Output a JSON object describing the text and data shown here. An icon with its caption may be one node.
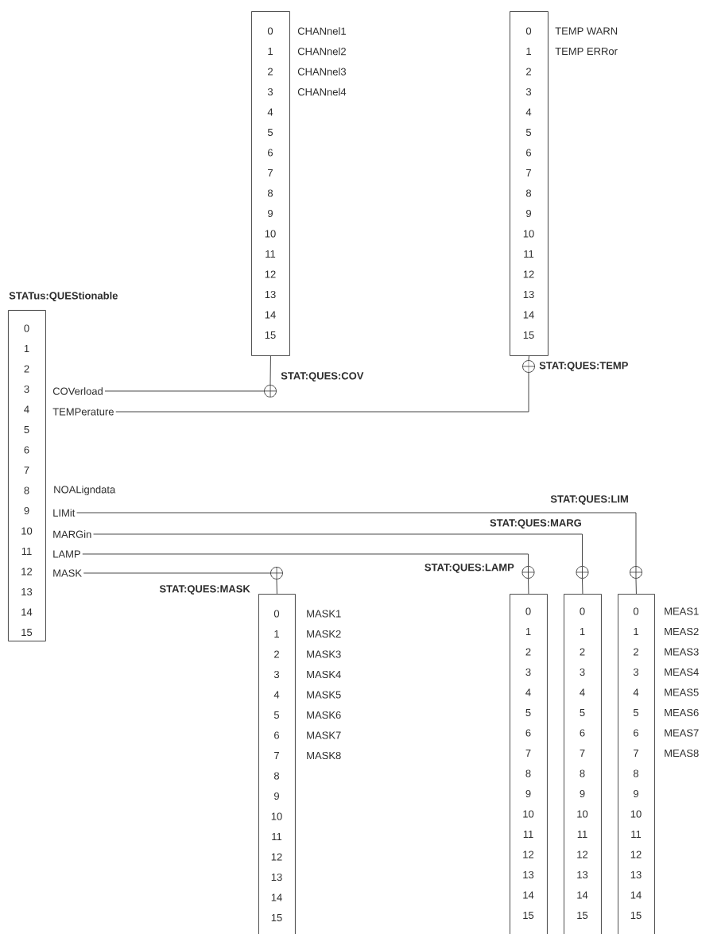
{
  "diagram": {
    "nodes": [
      {
        "text": [
          "0",
          "1",
          "2",
          "3",
          "4",
          "5",
          "6",
          "7",
          "8",
          "9",
          "10",
          "11",
          "12",
          "13",
          "14",
          "15"
        ],
        "beside": [
          "CHANnel1",
          "CHANnel2",
          "CHANnel3",
          "CHANnel4"
        ]
      },
      {
        "text": [
          "0",
          "1",
          "2",
          "3",
          "4",
          "5",
          "6",
          "7",
          "8",
          "9",
          "10",
          "11",
          "12",
          "13",
          "14",
          "15"
        ],
        "beside": [
          "TEMP WARN",
          "TEMP ERRor"
        ]
      },
      {
        "text": [],
        "shape": "circle",
        "beside": [
          "STAT:QUES:COV"
        ]
      },
      {
        "text": [],
        "shape": "circle",
        "beside": [
          "STAT:QUES:TEMP"
        ]
      },
      {
        "text": [
          "0",
          "1",
          "2",
          "3",
          "4",
          "5",
          "6",
          "7",
          "8",
          "9",
          "10",
          "11",
          "12",
          "13",
          "14",
          "15"
        ],
        "beside": [
          "NOALigndata"
        ]
      },
      {
        "text": [
          "COVerload"
        ]
      },
      {
        "text": [
          "TEMPerature"
        ]
      },
      {
        "text": [
          "LIMit"
        ]
      },
      {
        "text": [
          "MARGin"
        ]
      },
      {
        "text": [
          "LAMP"
        ]
      },
      {
        "text": [
          "MASK"
        ]
      },
      {
        "text": [],
        "shape": "circle"
      },
      {
        "text": [],
        "shape": "circle",
        "beside": [
          "STAT:QUES:LAMP"
        ]
      },
      {
        "text": [],
        "shape": "circle"
      },
      {
        "text": [],
        "shape": "circle"
      },
      {
        "text": [
          "0",
          "1",
          "2",
          "3",
          "4",
          "5",
          "6",
          "7",
          "8",
          "9",
          "10",
          "11",
          "12",
          "13",
          "14",
          "15"
        ],
        "beside": [
          "MASK1",
          "MASK2",
          "MASK3",
          "MASK4",
          "MASK5",
          "MASK6",
          "MASK7",
          "MASK8"
        ]
      },
      {
        "text": [
          "0",
          "1",
          "2",
          "3",
          "4",
          "5",
          "6",
          "7",
          "8",
          "9",
          "10",
          "11",
          "12",
          "13",
          "14",
          "15"
        ]
      },
      {
        "text": [
          "0",
          "1",
          "2",
          "3",
          "4",
          "5",
          "6",
          "7",
          "8",
          "9",
          "10",
          "11",
          "12",
          "13",
          "14",
          "15"
        ]
      },
      {
        "text": [
          "0",
          "1",
          "2",
          "3",
          "4",
          "5",
          "6",
          "7",
          "8",
          "9",
          "10",
          "11",
          "12",
          "13",
          "14",
          "15"
        ],
        "beside": [
          "MEAS1",
          "MEAS2",
          "MEAS3",
          "MEAS4",
          "MEAS5",
          "MEAS6",
          "MEAS7",
          "MEAS8"
        ]
      }
    ],
    "edges": [
      {
        "from": 0,
        "to": 2,
        "arrow": "none"
      },
      {
        "from": 1,
        "to": 3,
        "arrow": "none"
      },
      {
        "from": 2,
        "to": 5,
        "arrow": "none"
      },
      {
        "from": 3,
        "to": 6,
        "arrow": "none"
      },
      {
        "from": 18,
        "to": 14,
        "arrow": "none"
      },
      {
        "from": 14,
        "to": 7,
        "arrow": "none"
      },
      {
        "from": 17,
        "to": 13,
        "arrow": "none"
      },
      {
        "from": 13,
        "to": 8,
        "arrow": "none"
      },
      {
        "from": 16,
        "to": 12,
        "arrow": "none"
      },
      {
        "from": 12,
        "to": 9,
        "arrow": "none"
      },
      {
        "from": 15,
        "to": 11,
        "arrow": "none"
      },
      {
        "from": 11,
        "to": 10,
        "arrow": "none"
      }
    ],
    "labels": [
      "STATus:QUEStionable",
      "STAT:QUES:LIM",
      "STAT:QUES:MARG",
      "STAT:QUES:MASK"
    ]
  }
}
